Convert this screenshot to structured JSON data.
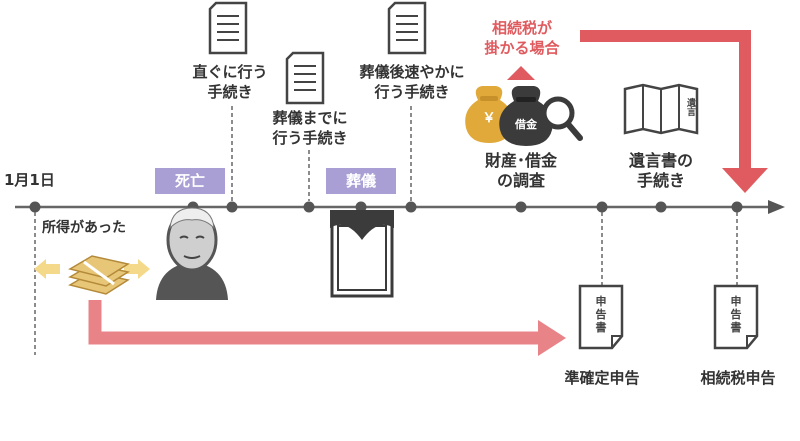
{
  "timeline": {
    "start_label": "1月1日",
    "death_tag": "死亡",
    "funeral_tag": "葬儀"
  },
  "events": {
    "immediate": [
      "直ぐに行う",
      "手続き"
    ],
    "before_funeral": [
      "葬儀までに",
      "行う手続き"
    ],
    "after_funeral": [
      "葬儀後速やかに",
      "行う手続き"
    ],
    "asset_survey": [
      "財産･借金",
      "の調査"
    ],
    "will": [
      "遺言書の",
      "手続き"
    ],
    "income": "所得があった"
  },
  "tax_threshold": [
    "相続税が",
    "掛かる場合"
  ],
  "filings": {
    "quasi_final": "準確定申告",
    "inheritance_tax": "相続税申告",
    "form_chars": [
      "申",
      "告",
      "書"
    ]
  },
  "icons": {
    "yen": "￥",
    "debt": "借金",
    "will_doc": "遺言"
  },
  "colors": {
    "tag_purple": "#a99fd4",
    "accent_red": "#e05b5f",
    "arrow_pink": "#e88388",
    "bag_gold": "#e0a93a",
    "money_yellow": "#f5d98a"
  }
}
